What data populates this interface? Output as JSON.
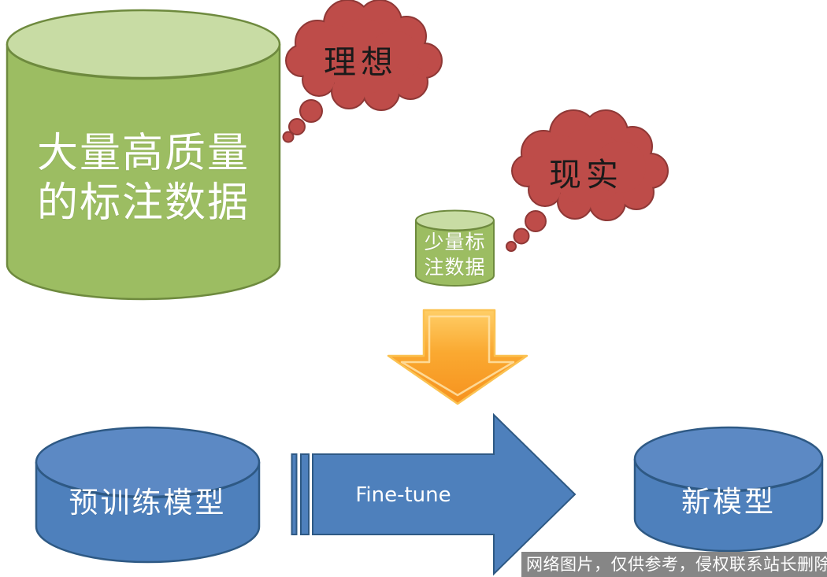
{
  "diagram": {
    "ideal_cloud": {
      "label": "理想"
    },
    "reality_cloud": {
      "label": "现实"
    },
    "big_data_cylinder": {
      "line1": "大量高质量",
      "line2": "的标注数据"
    },
    "small_data_cylinder": {
      "line1": "少量标",
      "line2": "注数据"
    },
    "pretrained_cylinder": {
      "label": "预训练模型"
    },
    "new_model_cylinder": {
      "label": "新模型"
    },
    "finetune_arrow": {
      "label": "Fine-tune"
    },
    "watermark": {
      "text": "网络图片，仅供参考，侵权联系站长删除"
    }
  },
  "colors": {
    "green_body": "#9CBD62",
    "green_top": "#C8DCA4",
    "green_stroke": "#6E8A3E",
    "blue_body": "#4E80BC",
    "blue_top": "#5C89C4",
    "blue_stroke": "#2E5984",
    "cloud_fill": "#BE4C49",
    "cloud_stroke": "#8F3836",
    "orange_light": "#FFCE67",
    "orange_dark": "#F6921E",
    "orange_edge": "#FBC252",
    "watermark_bg": "#808080",
    "text_white": "#FFFFFF",
    "text_black": "#1A1A1A"
  }
}
